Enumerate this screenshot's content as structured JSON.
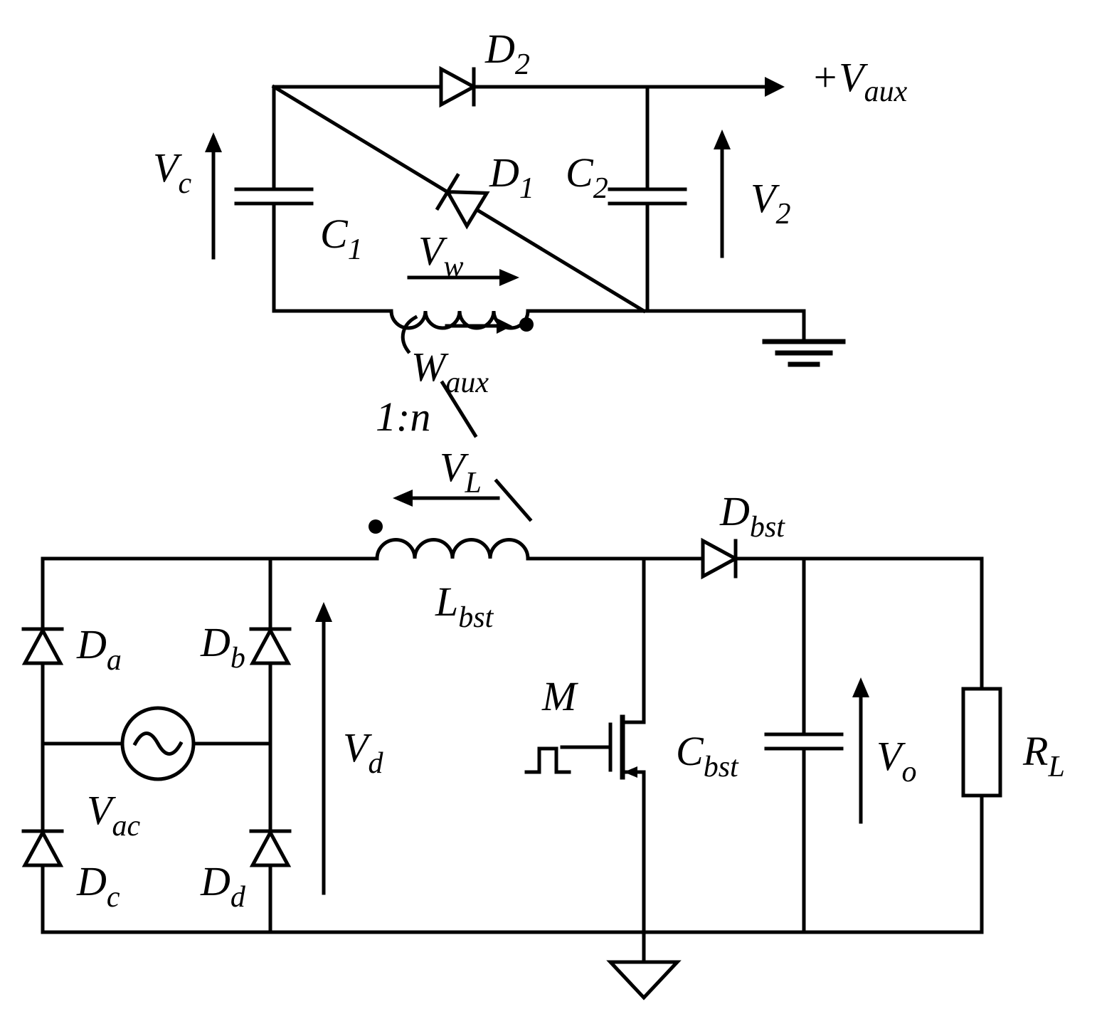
{
  "title": "Boost PFC converter with coupled auxiliary winding supply - circuit schematic",
  "colors": {
    "stroke": "#000000",
    "background": "#ffffff"
  },
  "labels": {
    "d2": {
      "m": "D",
      "s": "2"
    },
    "vaux": {
      "m": "+V",
      "s": "aux"
    },
    "vc": {
      "m": "V",
      "s": "c"
    },
    "c1": {
      "m": "C",
      "s": "1"
    },
    "d1": {
      "m": "D",
      "s": "1"
    },
    "c2": {
      "m": "C",
      "s": "2"
    },
    "v2": {
      "m": "V",
      "s": "2"
    },
    "vw": {
      "m": "V",
      "s": "w"
    },
    "waux": {
      "m": "W",
      "s": "aux"
    },
    "ratio": {
      "m": "1:n"
    },
    "vl": {
      "m": "V",
      "s": "L"
    },
    "dbst": {
      "m": "D",
      "s": "bst"
    },
    "lbst": {
      "m": "L",
      "s": "bst"
    },
    "da": {
      "m": "D",
      "s": "a"
    },
    "db": {
      "m": "D",
      "s": "b"
    },
    "dc": {
      "m": "D",
      "s": "c"
    },
    "dd": {
      "m": "D",
      "s": "d"
    },
    "vac": {
      "m": "V",
      "s": "ac"
    },
    "vd": {
      "m": "V",
      "s": "d"
    },
    "m": {
      "m": "M"
    },
    "cbst": {
      "m": "C",
      "s": "bst"
    },
    "vo": {
      "m": "V",
      "s": "o"
    },
    "rl": {
      "m": "R",
      "s": "L"
    }
  }
}
